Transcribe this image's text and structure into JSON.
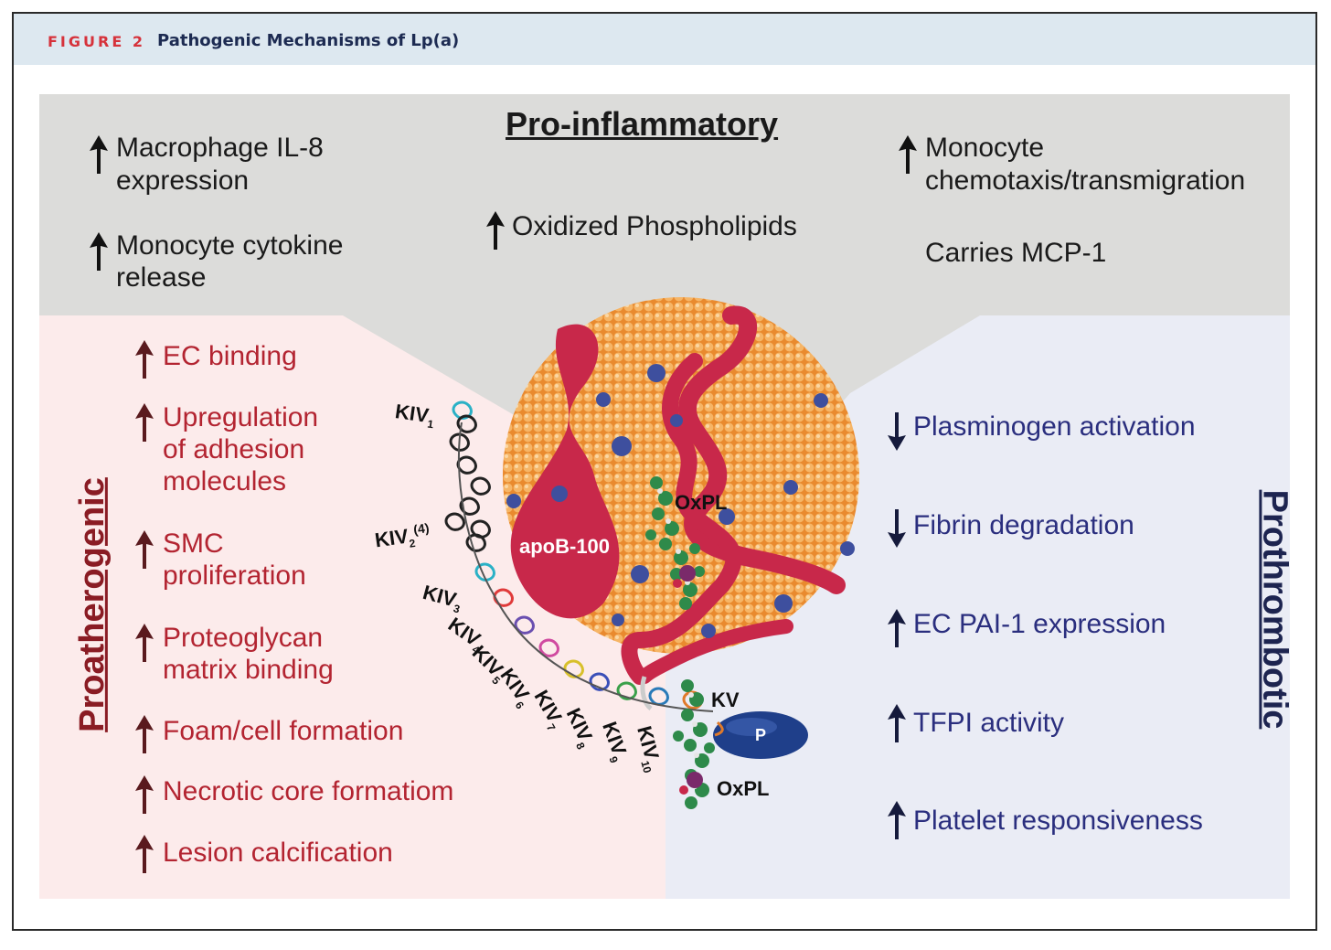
{
  "figure": {
    "label": "FIGURE 2",
    "title": "Pathogenic Mechanisms of Lp(a)"
  },
  "pro_inflammatory": {
    "title": "Pro-inflammatory",
    "items": [
      {
        "dir": "up",
        "lines": [
          "Macrophage IL-8",
          "expression"
        ]
      },
      {
        "dir": "up",
        "lines": [
          "Monocyte cytokine",
          "release"
        ]
      },
      {
        "dir": "up",
        "lines": [
          "Oxidized Phospholipids"
        ]
      },
      {
        "dir": "up",
        "lines": [
          "Monocyte",
          "chemotaxis/transmigration"
        ]
      },
      {
        "dir": "none",
        "lines": [
          "Carries MCP-1"
        ]
      }
    ]
  },
  "proatherogenic": {
    "title": "Proatherogenic",
    "items": [
      {
        "dir": "up",
        "lines": [
          "EC binding"
        ]
      },
      {
        "dir": "up",
        "lines": [
          "Upregulation",
          "of adhesion",
          "molecules"
        ]
      },
      {
        "dir": "up",
        "lines": [
          "SMC",
          "proliferation"
        ]
      },
      {
        "dir": "up",
        "lines": [
          "Proteoglycan",
          "matrix binding"
        ]
      },
      {
        "dir": "up",
        "lines": [
          "Foam/cell formation"
        ]
      },
      {
        "dir": "up",
        "lines": [
          "Necrotic core formatiom"
        ]
      },
      {
        "dir": "up",
        "lines": [
          "Lesion calcification"
        ]
      }
    ]
  },
  "prothrombotic": {
    "title": "Prothrombotic",
    "items": [
      {
        "dir": "down",
        "lines": [
          "Plasminogen activation"
        ]
      },
      {
        "dir": "down",
        "lines": [
          "Fibrin degradation"
        ]
      },
      {
        "dir": "up",
        "lines": [
          "EC PAI-1 expression"
        ]
      },
      {
        "dir": "up",
        "lines": [
          "TFPI activity"
        ]
      },
      {
        "dir": "up",
        "lines": [
          "Platelet responsiveness"
        ]
      }
    ]
  },
  "molecule": {
    "apob_label": "apoB-100",
    "oxpl_top": "OxPL",
    "oxpl_bottom": "OxPL",
    "kv_label": "KV",
    "protease_label": "P",
    "kringles": [
      {
        "base": "KIV",
        "sub": "1",
        "sup": ""
      },
      {
        "base": "KIV",
        "sub": "2",
        "sup": "(4)"
      },
      {
        "base": "KIV",
        "sub": "3",
        "sup": ""
      },
      {
        "base": "KIV",
        "sub": "4",
        "sup": ""
      },
      {
        "base": "KIV",
        "sub": "5",
        "sup": ""
      },
      {
        "base": "KIV",
        "sub": "6",
        "sup": ""
      },
      {
        "base": "KIV",
        "sub": "7",
        "sup": ""
      },
      {
        "base": "KIV",
        "sub": "8",
        "sup": ""
      },
      {
        "base": "KIV",
        "sub": "9",
        "sup": ""
      },
      {
        "base": "KIV",
        "sub": "10",
        "sup": ""
      }
    ]
  },
  "colors": {
    "inflam_bg": "#dcdcda",
    "athero_bg": "#fcebeb",
    "thrombo_bg": "#eaecf5",
    "athero_text": "#b32431",
    "athero_arrow": "#5a1a1e",
    "thrombo_text": "#2a2e7e",
    "thrombo_arrow": "#151a3c",
    "particle": "#f2a24a",
    "apob": "#c8284a",
    "protease": "#1f3f8a"
  }
}
